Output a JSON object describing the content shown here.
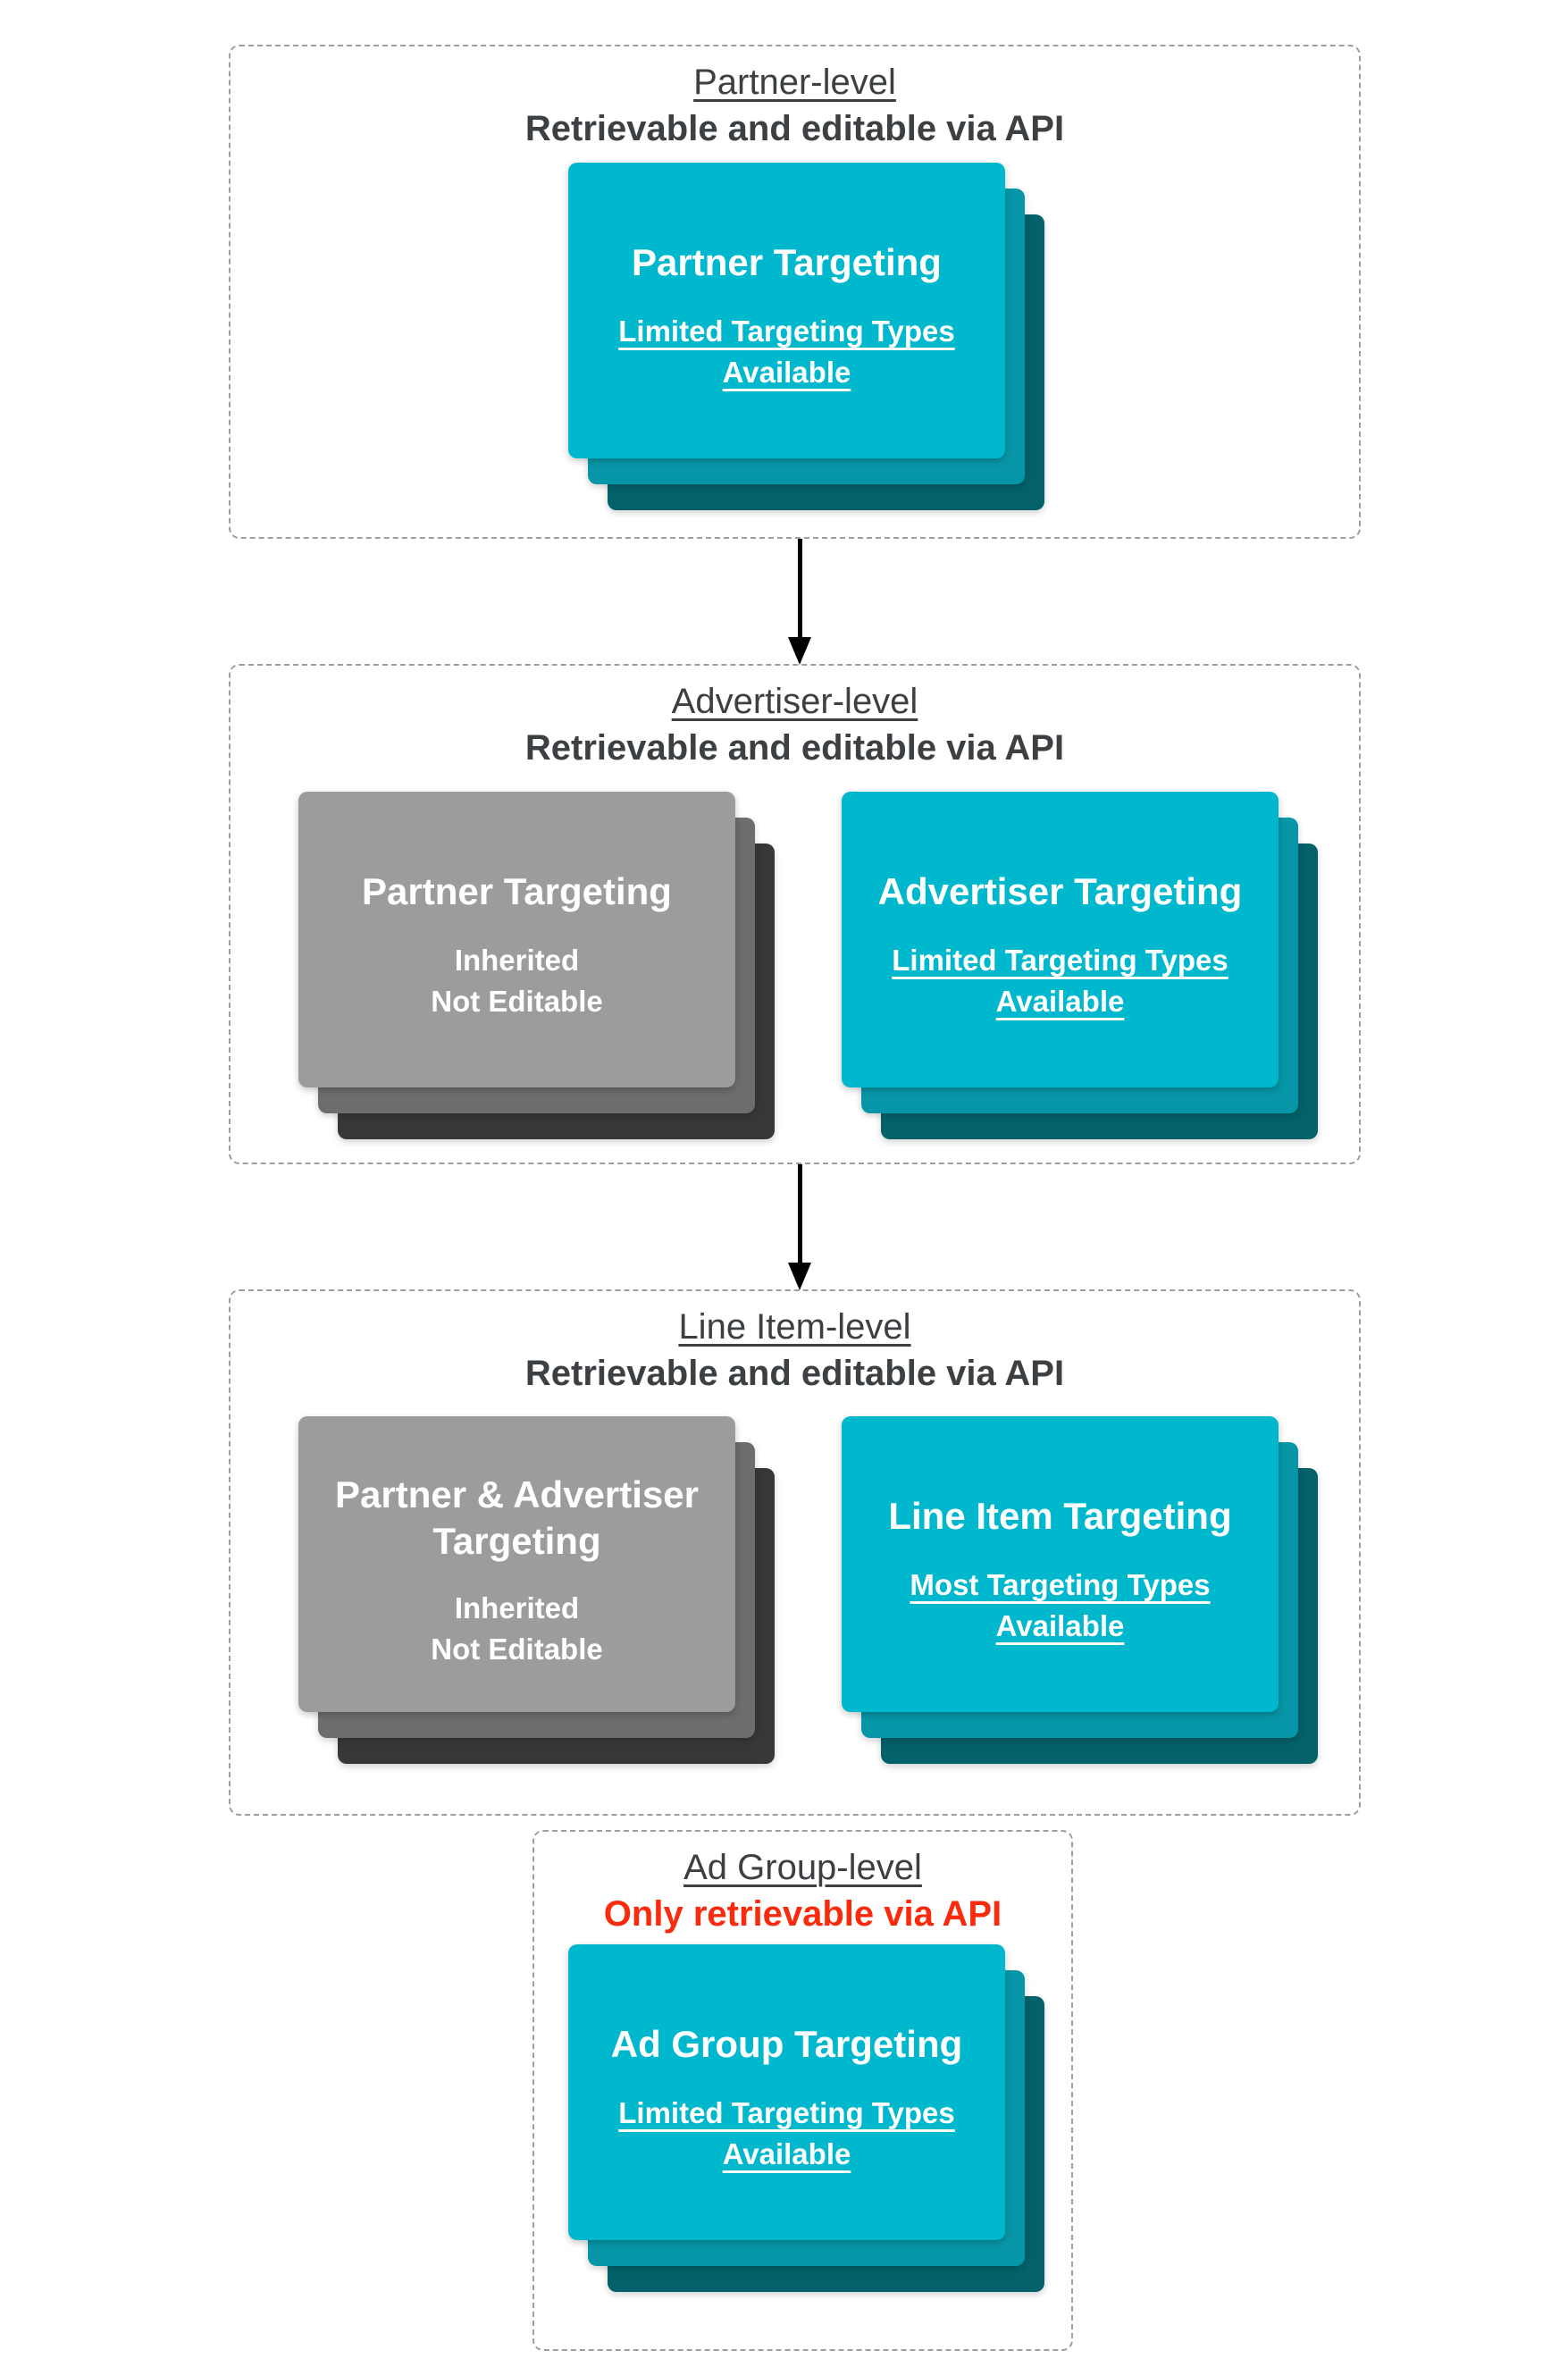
{
  "colors": {
    "cyan": "#00b8cd",
    "cyan_mid": "#0796a7",
    "cyan_dark": "#03616a",
    "gray": "#9c9c9c",
    "gray_mid": "#6d6d6d",
    "gray_dark": "#373737",
    "heading": "#3d4043",
    "red": "#fa2b0c",
    "dash": "#9e9e9e",
    "arrow": "#000000"
  },
  "sections": [
    {
      "title": "Partner-level",
      "subtitle": "Retrievable and editable via API",
      "cards": [
        {
          "variant": "cyan",
          "title_lines": [
            "Partner Targeting"
          ],
          "subtitle_lines": [
            "Limited Targeting Types",
            "Available"
          ],
          "subtitle_underlined": true
        }
      ]
    },
    {
      "title": "Advertiser-level",
      "subtitle": "Retrievable and editable via API",
      "cards": [
        {
          "variant": "gray",
          "title_lines": [
            "Partner Targeting"
          ],
          "subtitle_lines": [
            "Inherited",
            "Not Editable"
          ],
          "subtitle_underlined": false
        },
        {
          "variant": "cyan",
          "title_lines": [
            "Advertiser Targeting"
          ],
          "subtitle_lines": [
            "Limited Targeting Types",
            "Available"
          ],
          "subtitle_underlined": true
        }
      ]
    },
    {
      "title": "Line Item-level",
      "subtitle": "Retrievable and editable via API",
      "cards": [
        {
          "variant": "gray",
          "title_lines": [
            "Partner & Advertiser",
            "Targeting"
          ],
          "subtitle_lines": [
            "Inherited",
            "Not Editable"
          ],
          "subtitle_underlined": false
        },
        {
          "variant": "cyan",
          "title_lines": [
            "Line Item Targeting"
          ],
          "subtitle_lines": [
            "Most Targeting Types",
            "Available"
          ],
          "subtitle_underlined": true
        }
      ]
    },
    {
      "title": "Ad Group-level",
      "subtitle": "Only retrievable via API",
      "cards": [
        {
          "variant": "cyan",
          "title_lines": [
            "Ad Group Targeting"
          ],
          "subtitle_lines": [
            "Limited Targeting Types",
            "Available"
          ],
          "subtitle_underlined": true
        }
      ]
    }
  ]
}
